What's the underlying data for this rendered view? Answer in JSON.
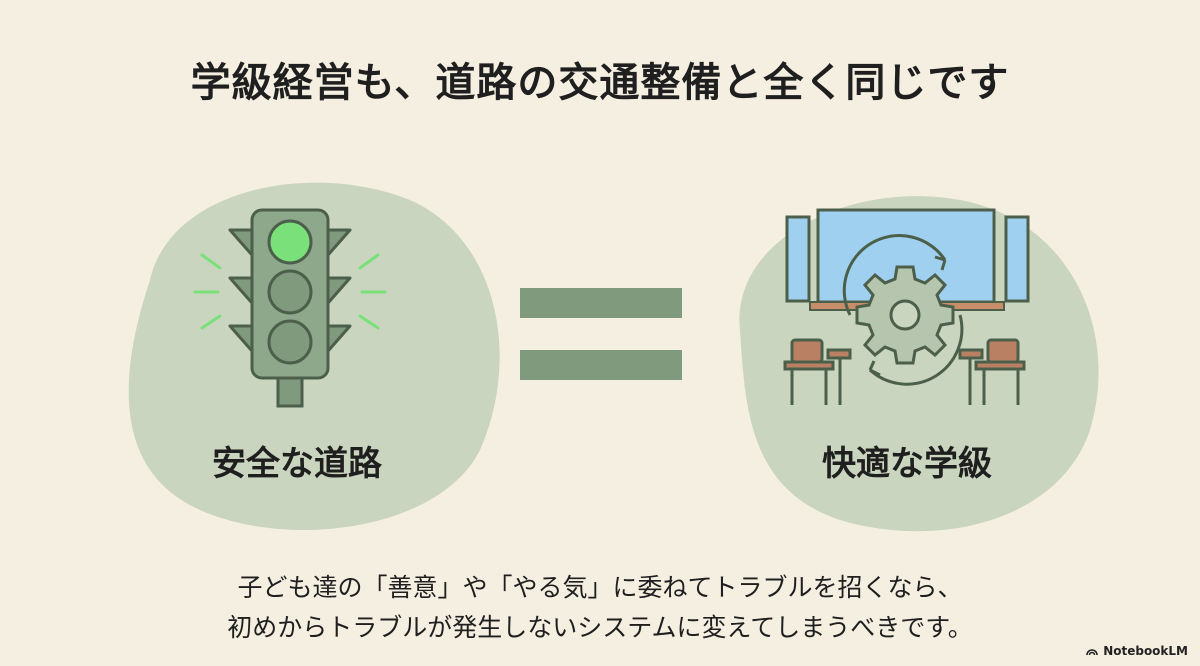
{
  "title": "学級経営も、道路の交通整備と全く同じです",
  "left": {
    "label": "安全な道路",
    "icon": "traffic-light-icon"
  },
  "right": {
    "label": "快適な学級",
    "icon": "classroom-gear-icon"
  },
  "caption": {
    "line1": "子ども達の「善意」や「やる気」に委ねてトラブルを招くなら、",
    "line2": "初めからトラブルが発生しないシステムに変えてしまうべきです。"
  },
  "brand": "NotebookLM",
  "colors": {
    "background": "#f5efe2",
    "blob": "#c9d5be",
    "accent_green": "#7f9a7d",
    "signal_green": "#79e07a",
    "window_blue": "#9fd0f0",
    "desk_brown": "#b98063"
  }
}
